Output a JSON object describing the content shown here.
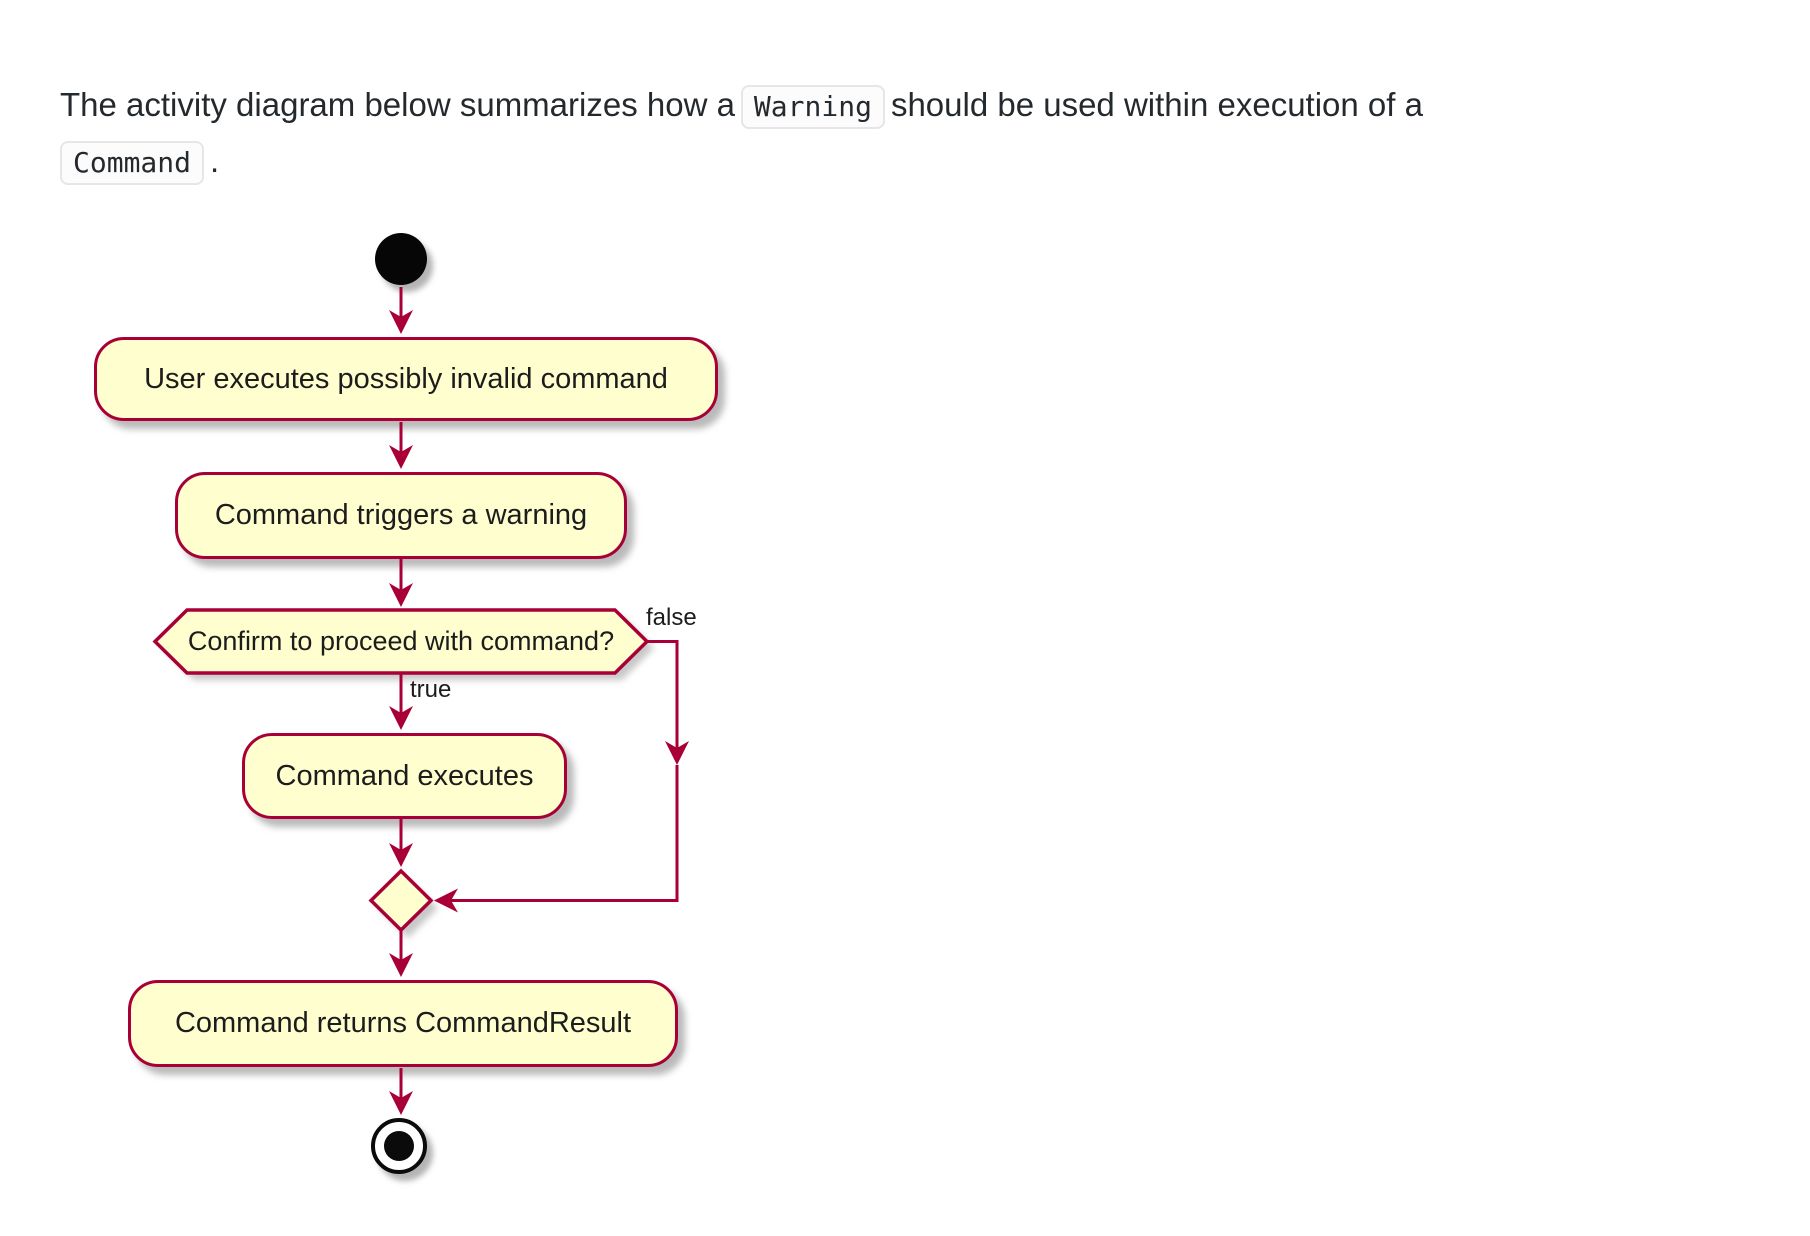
{
  "intro": {
    "part1": "The activity diagram below summarizes how a",
    "code1": "Warning",
    "part2": "should be used within execution of a",
    "code2": "Command",
    "part3": "."
  },
  "diagram": {
    "type": "activity-diagram",
    "colors": {
      "node_fill": "#FEFECE",
      "node_border": "#A80036",
      "arrow": "#A80036",
      "text": "#1c1c1c"
    },
    "nodes": {
      "start": "start",
      "activity1": "User executes possibly invalid command",
      "activity2": "Command triggers a warning",
      "decision": "Confirm to proceed with command?",
      "activity3": "Command executes",
      "merge": "merge",
      "activity4": "Command returns CommandResult",
      "end": "end"
    },
    "branch_labels": {
      "true_label": "true",
      "false_label": "false"
    },
    "edges": [
      {
        "from": "start",
        "to": "User executes possibly invalid command",
        "label": ""
      },
      {
        "from": "User executes possibly invalid command",
        "to": "Command triggers a warning",
        "label": ""
      },
      {
        "from": "Command triggers a warning",
        "to": "Confirm to proceed with command?",
        "label": ""
      },
      {
        "from": "Confirm to proceed with command?",
        "to": "Command executes",
        "label": "true"
      },
      {
        "from": "Confirm to proceed with command?",
        "to": "merge",
        "label": "false"
      },
      {
        "from": "Command executes",
        "to": "merge",
        "label": ""
      },
      {
        "from": "merge",
        "to": "Command returns CommandResult",
        "label": ""
      },
      {
        "from": "Command returns CommandResult",
        "to": "end",
        "label": ""
      }
    ]
  }
}
